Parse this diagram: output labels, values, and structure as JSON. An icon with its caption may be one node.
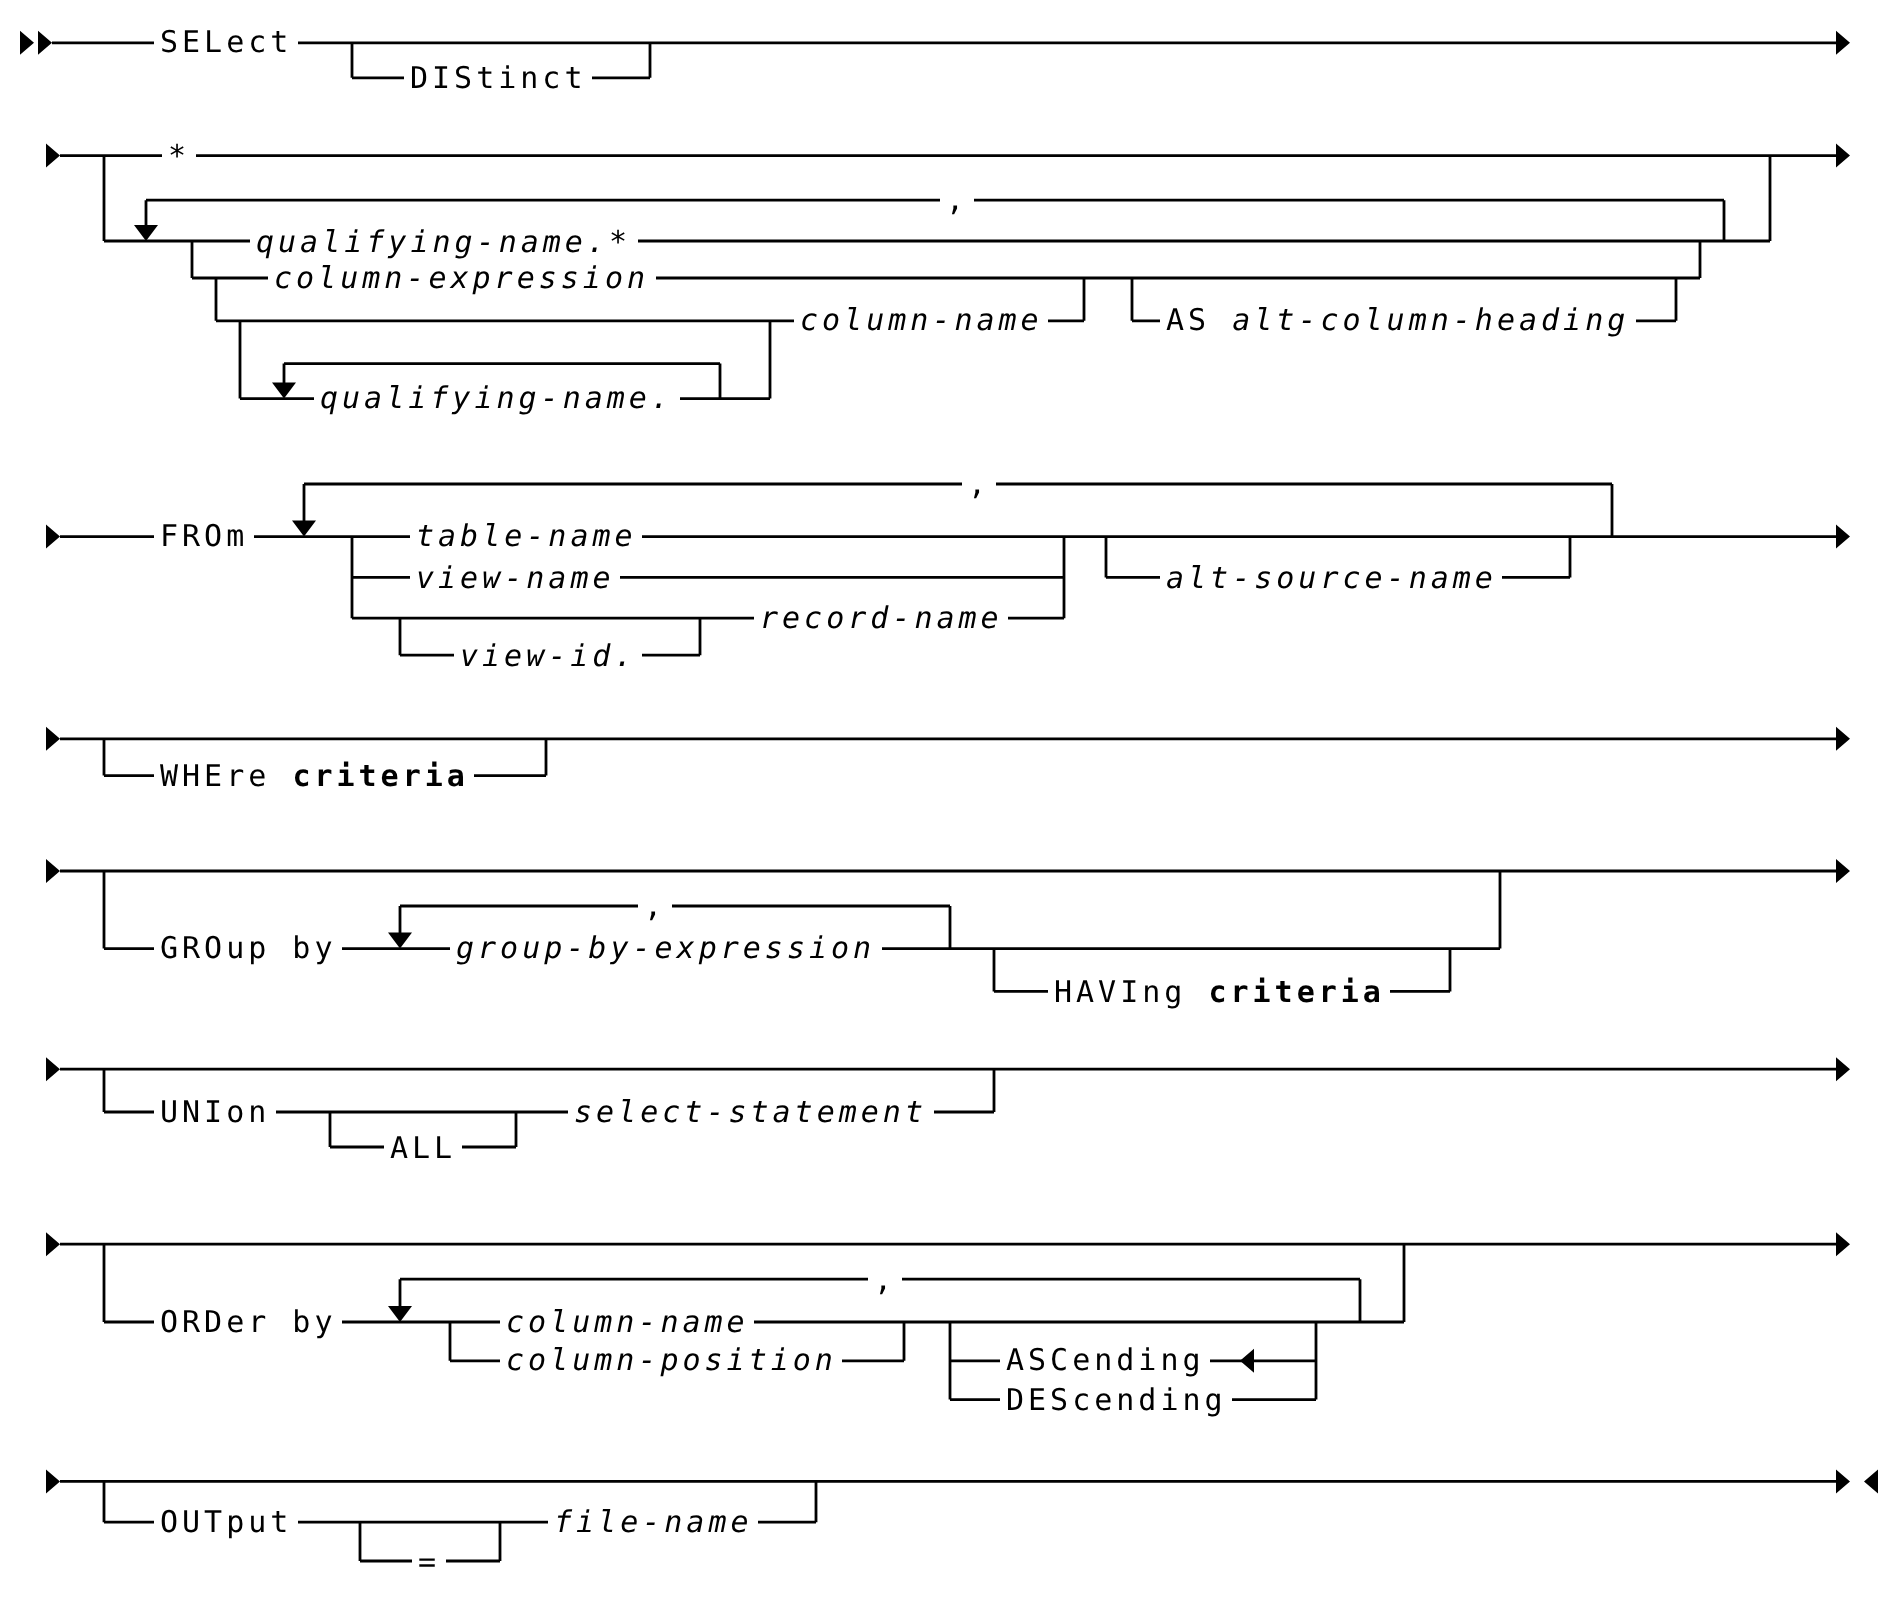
{
  "diagram": {
    "labels": [
      "SELect",
      "DIStinct",
      "*",
      ",",
      "qualifying-name.*",
      "column-expression",
      "column-name",
      "AS *alt-column-heading*",
      "qualifying-name.",
      ",",
      "FROm",
      "table-name",
      "view-name",
      "record-name",
      "alt-source-name",
      "view-id.",
      "WHEre **criteria**",
      ",",
      "GROup by",
      "group-by-expression",
      "HAVIng **criteria**",
      "UNIon",
      "select-statement",
      "ALL",
      ",",
      "ORDer by",
      "column-name",
      "column-position",
      "ASCending",
      "DEScending",
      "OUTput",
      "file-name",
      "="
    ]
  }
}
